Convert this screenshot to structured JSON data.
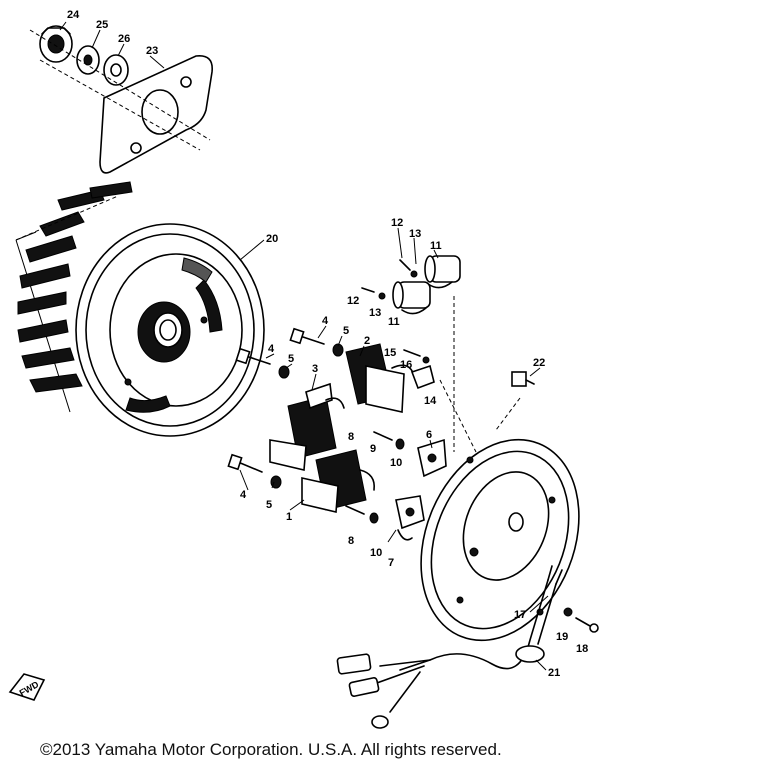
{
  "copyright": "©2013 Yamaha Motor Corporation. U.S.A. All rights reserved.",
  "fwd_mark": "FWD",
  "callouts": [
    "24",
    "25",
    "26",
    "23",
    "20",
    "12",
    "13",
    "11",
    "12",
    "13",
    "11",
    "4",
    "5",
    "2",
    "4",
    "5",
    "3",
    "15",
    "16",
    "14",
    "22",
    "8",
    "9",
    "10",
    "6",
    "4",
    "5",
    "1",
    "8",
    "10",
    "7",
    "17",
    "19",
    "18",
    "21"
  ]
}
